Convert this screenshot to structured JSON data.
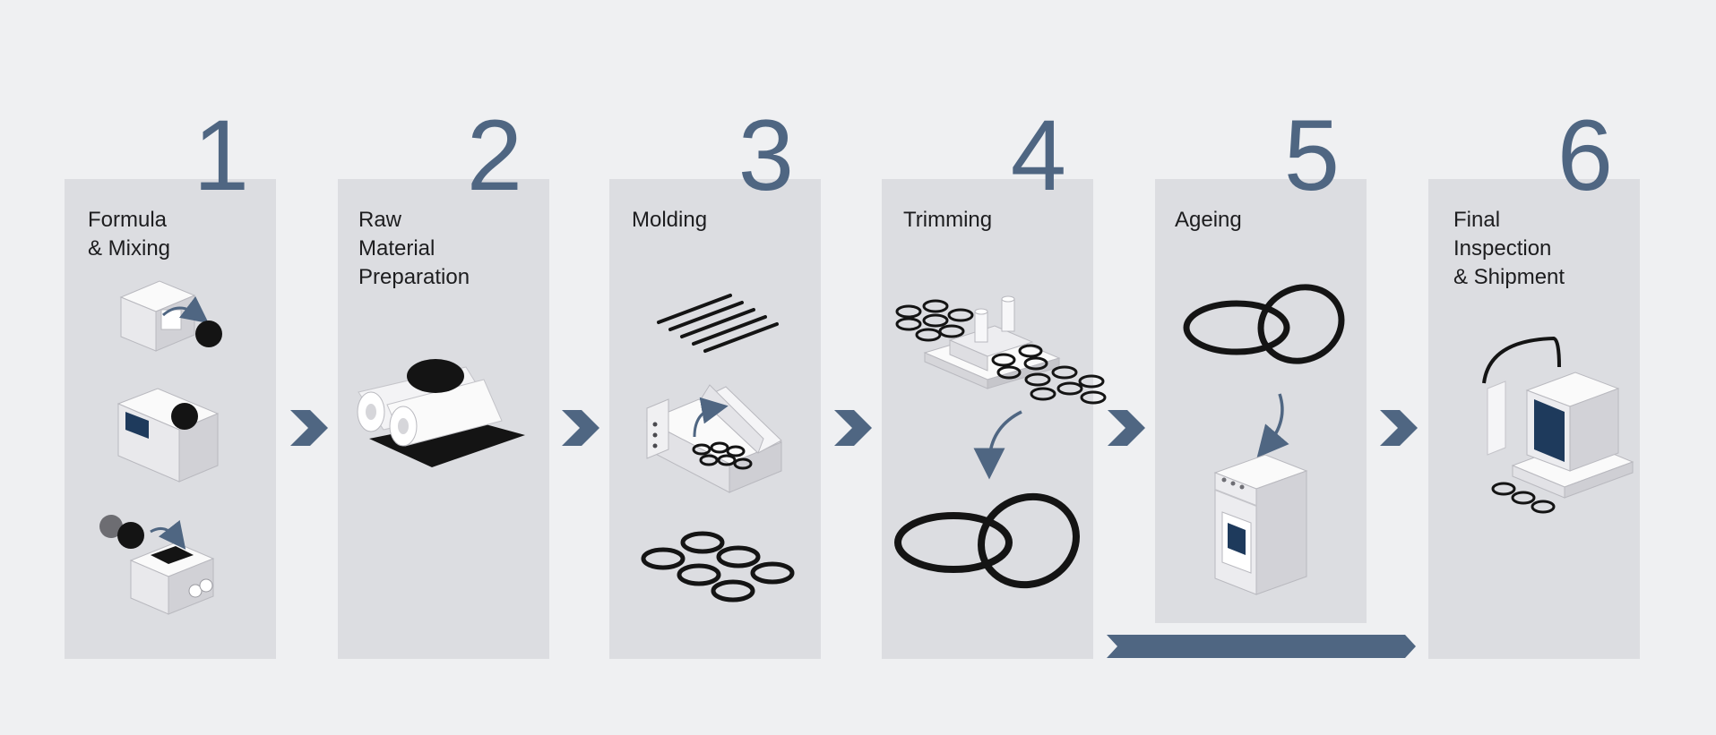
{
  "steps": [
    {
      "number": "1",
      "title_lines": [
        "Formula",
        "& Mixing"
      ]
    },
    {
      "number": "2",
      "title_lines": [
        "Raw",
        "Material",
        "Preparation"
      ]
    },
    {
      "number": "3",
      "title_lines": [
        "Molding"
      ]
    },
    {
      "number": "4",
      "title_lines": [
        "Trimming"
      ]
    },
    {
      "number": "5",
      "title_lines": [
        "Ageing"
      ]
    },
    {
      "number": "6",
      "title_lines": [
        "Final",
        "Inspection",
        "& Shipment"
      ]
    }
  ],
  "colors": {
    "background": "#eff0f2",
    "panel": "#dcdde1",
    "accent": "#4f6682",
    "ink": "#111111",
    "text": "#1d1d1f"
  },
  "icons": [
    "mixer-machine-icon",
    "compound-ball-icon",
    "rubber-roll-icon",
    "rubber-strips-icon",
    "compression-mold-icon",
    "o-ring-icon",
    "trimming-fixture-icon",
    "ageing-oven-icon",
    "inspection-computer-icon",
    "chevron-right-icon"
  ]
}
